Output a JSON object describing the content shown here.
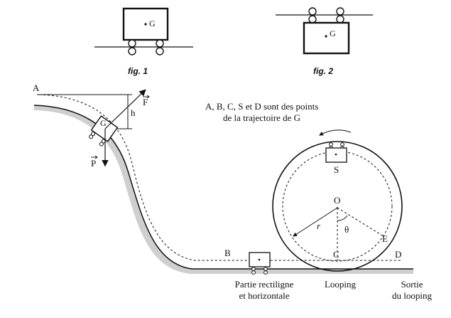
{
  "figures": {
    "fig1": {
      "caption": "fig. 1",
      "point": "G"
    },
    "fig2": {
      "caption": "fig. 2",
      "point": "G"
    }
  },
  "main": {
    "points": {
      "A": "A",
      "B": "B",
      "C": "C",
      "S": "S",
      "D": "D",
      "O": "O",
      "E": "E",
      "G": "G"
    },
    "symbols": {
      "h": "h",
      "r": "r",
      "theta": "θ"
    },
    "forces": {
      "F": "F",
      "P": "P"
    },
    "note_line1": "A, B, C, S et D sont des points",
    "note_line2": "de la trajectoire de G",
    "labels": {
      "straight_line1": "Partie rectiligne",
      "straight_line2": "et horizontale",
      "looping": "Looping",
      "exit_line1": "Sortie",
      "exit_line2": "du looping"
    }
  }
}
